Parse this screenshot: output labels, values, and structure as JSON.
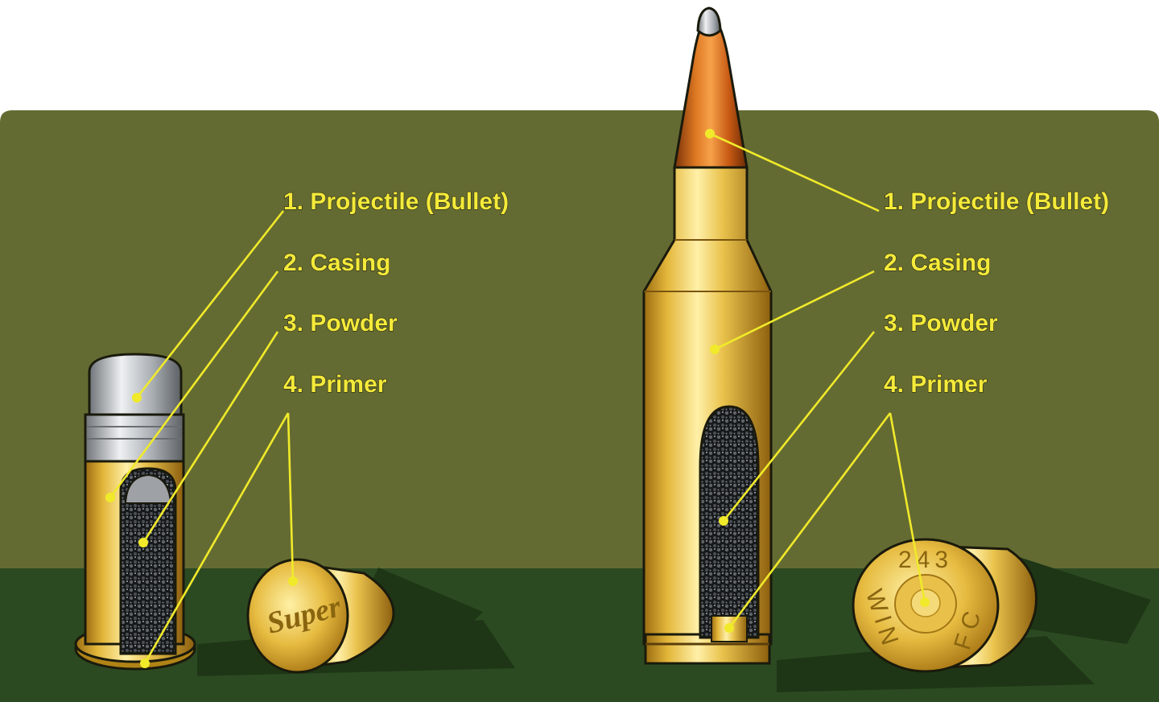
{
  "left_cartridge": {
    "labels": [
      {
        "num": "1.",
        "text": "Projectile (Bullet)"
      },
      {
        "num": "2.",
        "text": "Casing"
      },
      {
        "num": "3.",
        "text": "Powder"
      },
      {
        "num": "4.",
        "text": "Primer"
      }
    ],
    "headstamp": "Super"
  },
  "right_cartridge": {
    "labels": [
      {
        "num": "1.",
        "text": "Projectile (Bullet)"
      },
      {
        "num": "2.",
        "text": "Casing"
      },
      {
        "num": "3.",
        "text": "Powder"
      },
      {
        "num": "4.",
        "text": "Primer"
      }
    ],
    "headstamp": {
      "caliber": "243",
      "maker_left": "WIN",
      "maker_right": "FC"
    }
  },
  "colors": {
    "wall": "#646b32",
    "floor": "#2c4a22",
    "label": "#f4ea3a",
    "brass": "#e0b53c",
    "lead": "#b8bcc0",
    "copper": "#d26a1c"
  }
}
